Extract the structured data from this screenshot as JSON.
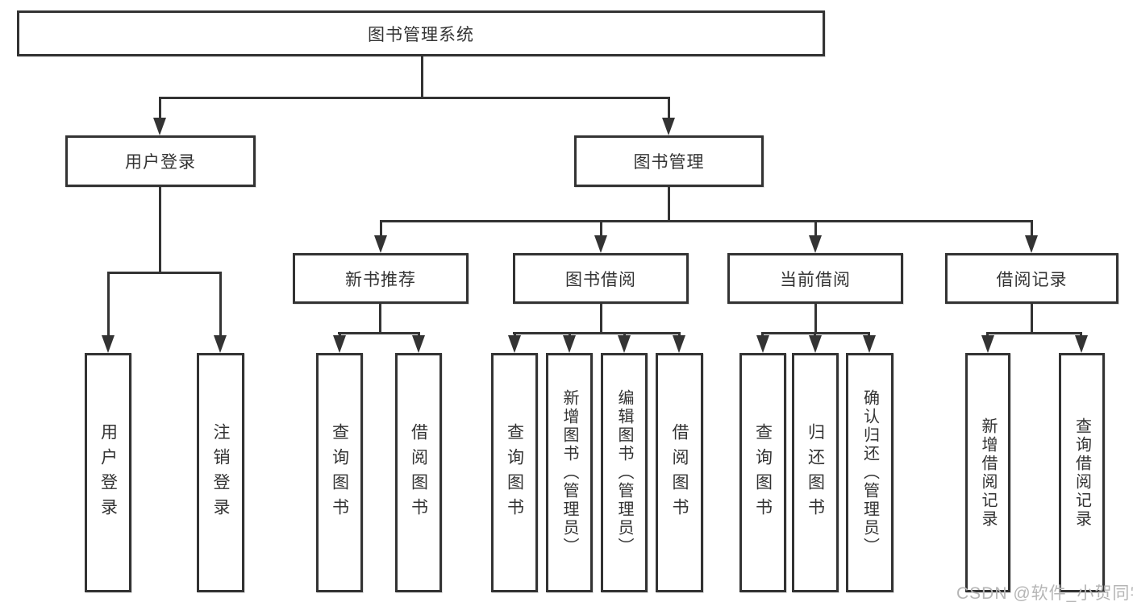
{
  "diagram": {
    "root": {
      "label": "图书管理系统"
    },
    "level2": [
      {
        "label": "用户登录"
      },
      {
        "label": "图书管理"
      }
    ],
    "level3": [
      {
        "label": "新书推荐"
      },
      {
        "label": "图书借阅"
      },
      {
        "label": "当前借阅"
      },
      {
        "label": "借阅记录"
      }
    ],
    "leaves": {
      "login": [
        "用户登录",
        "注销登录"
      ],
      "recommend": [
        "查询图书",
        "借阅图书"
      ],
      "borrow": [
        "查询图书",
        "新增图书（管理员）",
        "编辑图书（管理员）",
        "借阅图书"
      ],
      "current": [
        "查询图书",
        "归还图书",
        "确认归还（管理员）"
      ],
      "records": [
        "新增借阅记录",
        "查询借阅记录"
      ]
    }
  },
  "watermark": {
    "text": "CSDN @软件_小贺同学"
  },
  "colors": {
    "line": "#333333",
    "text": "#333333",
    "watermark": "#b5b5b5",
    "background": "#ffffff"
  }
}
